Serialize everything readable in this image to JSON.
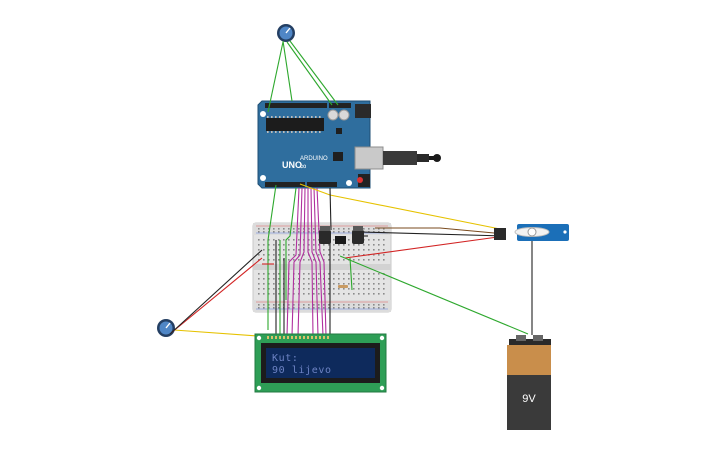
{
  "lcd": {
    "line1": "Kut:",
    "line2": "90 lijevo"
  },
  "battery": {
    "label": "9V"
  },
  "arduino": {
    "board_label": "UNO",
    "brand_label": "ARDUINO"
  },
  "colors": {
    "arduino_board": "#2f6e9e",
    "breadboard": "#e6e6e6",
    "lcd_pcb": "#2e9e56",
    "lcd_screen": "#0e2a5c",
    "battery_top": "#c98e4b",
    "battery_body": "#3a3a3a",
    "servo_body": "#1b6fb8",
    "potentiometer": "#3a6fa8",
    "wire_green": "#2ea82e",
    "wire_red": "#d22424",
    "wire_black": "#222222",
    "wire_yellow": "#e6c200",
    "wire_magenta": "#b0309e",
    "wire_brown": "#7a4a1e"
  }
}
